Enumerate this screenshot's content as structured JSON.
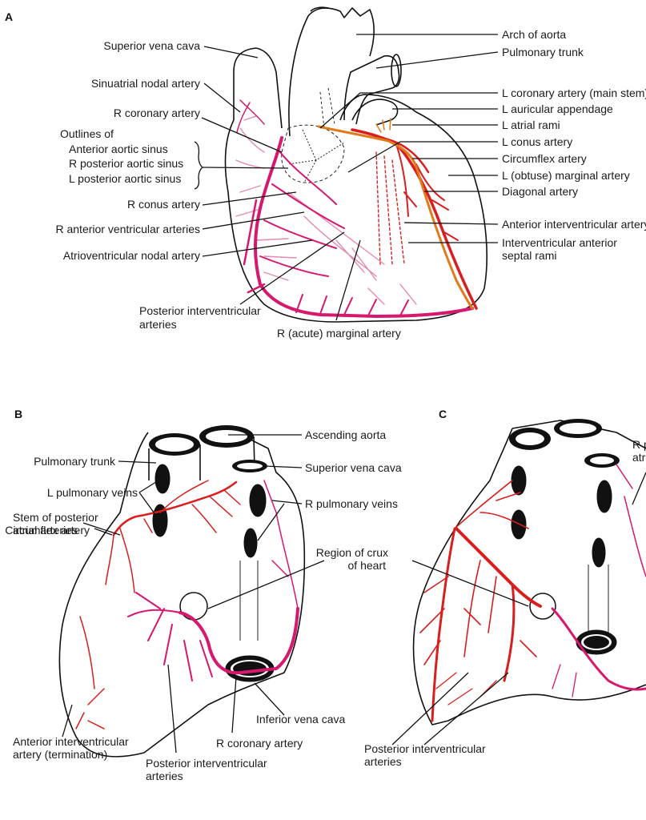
{
  "colors": {
    "right_coronary": "#d6186e",
    "left_coronary": "#d81e1e",
    "circumflex": "#e07a1a",
    "light_branch": "#e38ab3"
  },
  "panel_a": {
    "letter": "A",
    "labels": {
      "superior_vena_cava": "Superior vena cava",
      "sinuatrial_nodal_artery": "Sinuatrial nodal artery",
      "r_coronary_artery": "R coronary artery",
      "outlines_of_1": "Outlines of",
      "outlines_of_2": "Anterior aortic sinus",
      "outlines_of_3": "R posterior aortic sinus",
      "outlines_of_4": "L posterior aortic sinus",
      "r_conus_artery": "R conus artery",
      "r_anterior_ventricular_arteries": "R anterior ventricular arteries",
      "atrioventricular_nodal_artery": "Atrioventricular nodal artery",
      "posterior_interventricular_arteries_1": "Posterior interventricular",
      "posterior_interventricular_arteries_2": "arteries",
      "r_acute_marginal_artery": "R (acute) marginal artery",
      "arch_of_aorta": "Arch of aorta",
      "pulmonary_trunk": "Pulmonary trunk",
      "l_coronary_artery_main_stem": "L coronary artery (main stem)",
      "l_auricular_appendage": "L auricular appendage",
      "l_atrial_rami": "L atrial rami",
      "l_conus_artery": "L conus artery",
      "circumflex_artery": "Circumflex artery",
      "l_obtuse_marginal_artery": "L (obtuse) marginal artery",
      "diagonal_artery": "Diagonal artery",
      "anterior_interventricular_artery": "Anterior interventricular artery",
      "interventricular_anterior_septal_rami_1": "Interventricular anterior",
      "interventricular_anterior_septal_rami_2": "septal rami"
    }
  },
  "panel_b": {
    "letter": "B",
    "labels": {
      "pulmonary_trunk": "Pulmonary trunk",
      "l_pulmonary_veins": "L pulmonary veins",
      "stem_of_posterior_atrial_arteries_1": "Stem of posterior",
      "stem_of_posterior_atrial_arteries_2": "atrial arteries",
      "circumflex_artery": "Circumflex artery",
      "ascending_aorta": "Ascending aorta",
      "superior_vena_cava": "Superior vena cava",
      "r_pulmonary_veins": "R pulmonary veins",
      "region_of_crux_of_heart_1": "Region of crux",
      "region_of_crux_of_heart_2": "of heart",
      "inferior_vena_cava": "Inferior vena cava",
      "r_coronary_artery": "R coronary artery",
      "anterior_interventricular_artery_termination_1": "Anterior interventricular",
      "anterior_interventricular_artery_termination_2": "artery (termination)",
      "posterior_interventricular_arteries_1": "Posterior interventricular",
      "posterior_interventricular_arteries_2": "arteries"
    }
  },
  "panel_c": {
    "letter": "C",
    "labels": {
      "r_pulmonary_veins_partial_1": "R p",
      "r_pulmonary_veins_partial_2": "atr",
      "posterior_interventricular_arteries_1": "Posterior interventricular",
      "posterior_interventricular_arteries_2": "arteries"
    }
  }
}
